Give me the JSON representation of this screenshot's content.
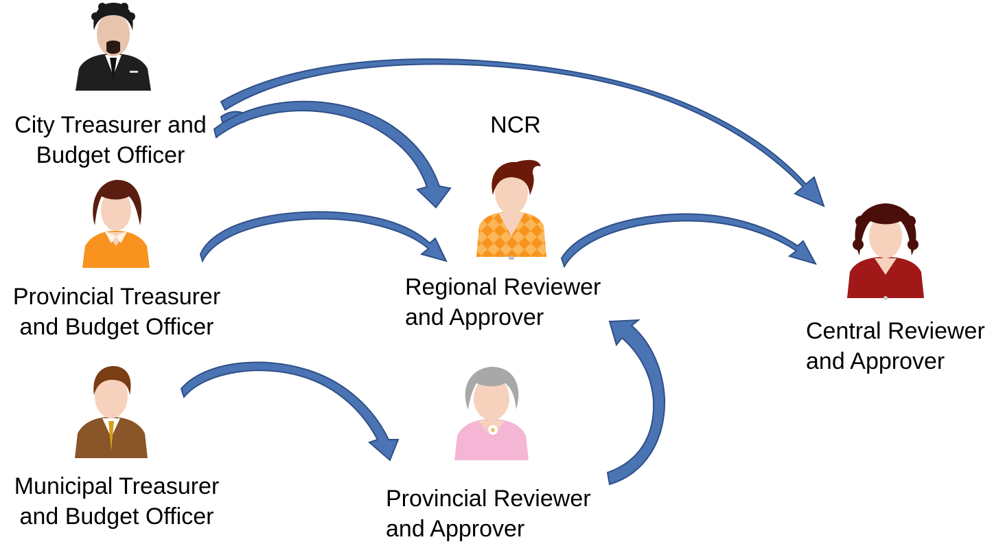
{
  "diagram": {
    "region_label": "NCR",
    "actors": {
      "city": {
        "line1": "City Treasurer and",
        "line2": "Budget Officer",
        "icon": "man-black-suit-icon"
      },
      "provincial_treasurer": {
        "line1": "Provincial Treasurer",
        "line2": "and Budget Officer",
        "icon": "woman-orange-blouse-icon"
      },
      "municipal": {
        "line1": "Municipal Treasurer",
        "line2": "and Budget Officer",
        "icon": "man-brown-suit-icon"
      },
      "regional": {
        "line1": "Regional Reviewer",
        "line2": "and Approver",
        "icon": "man-orange-argyle-icon"
      },
      "provincial_reviewer": {
        "line1": "Provincial Reviewer",
        "line2": "and Approver",
        "icon": "elderly-woman-pink-icon"
      },
      "central": {
        "line1": "Central Reviewer",
        "line2": "and Approver",
        "icon": "woman-red-dress-icon"
      }
    },
    "flows": [
      {
        "from": "City Treasurer and Budget Officer",
        "to": "Regional Reviewer and Approver"
      },
      {
        "from": "City Treasurer and Budget Officer",
        "to": "Central Reviewer and Approver"
      },
      {
        "from": "Provincial Treasurer and Budget Officer",
        "to": "Regional Reviewer and Approver"
      },
      {
        "from": "Municipal Treasurer and Budget Officer",
        "to": "Provincial Reviewer and Approver"
      },
      {
        "from": "Provincial Reviewer and Approver",
        "to": "Regional Reviewer and Approver"
      },
      {
        "from": "Regional Reviewer and Approver",
        "to": "Central Reviewer and Approver"
      }
    ],
    "colors": {
      "arrow_fill": "#4a74b4",
      "arrow_stroke": "#2f4f86",
      "skin": "#f6d2bd"
    }
  }
}
